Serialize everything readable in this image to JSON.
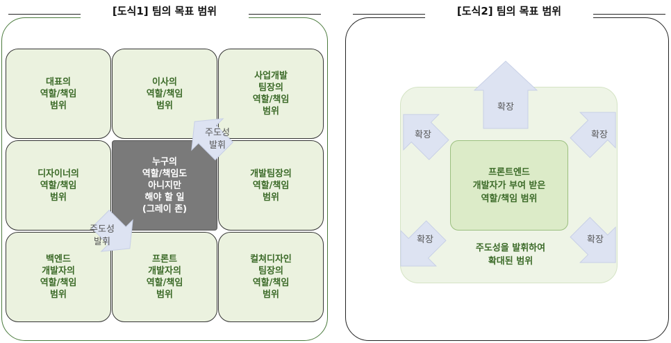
{
  "diagram1": {
    "title": "[도식1] 팀의 목표 범위",
    "cells": [
      "대표의\n역할/책임\n범위",
      "이사의\n역할/책임\n범위",
      "사업개발\n팀장의\n역할/책임\n범위",
      "디자이너의\n역할/책임\n범위",
      "누구의\n역할/책임도\n아니지만\n해야 할 일\n(그레이 존)",
      "개발팀장의\n역할/책임\n범위",
      "백엔드\n개발자의\n역할/책임\n범위",
      "프론트\n개발자의\n역할/책임\n범위",
      "컬쳐디자인\n팀장의\n역할/책임\n범위"
    ],
    "arrow_top_label": "주도성\n발휘",
    "arrow_bottom_label": "주도성\n발휘"
  },
  "diagram2": {
    "title": "[도식2] 팀의 목표 범위",
    "center_label": "프론트엔드\n개발자가 부여 받은\n역할/책임 범위",
    "outer_label": "주도성을 발휘하여\n확대된 범위",
    "expand_label": "확장"
  },
  "colors": {
    "green_text": "#3b6a28",
    "cell_fill": "#ebf2df",
    "gray_zone": "#7a7a7a",
    "arrow_fill": "#dde3f2"
  }
}
